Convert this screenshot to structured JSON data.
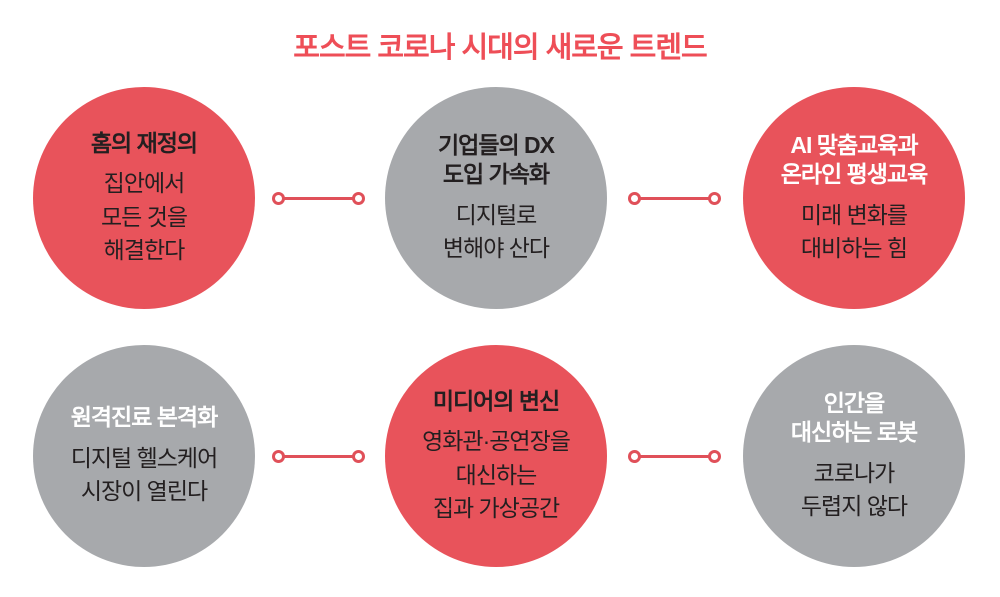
{
  "title": "포스트 코로나 시대의 새로운 트렌드",
  "colors": {
    "title_red": "#ee4e57",
    "circle_red": "#e8535b",
    "circle_gray": "#a7a9ac",
    "connector_red": "#e05059",
    "dark_text": "#231f20",
    "white_text": "#ffffff"
  },
  "circles": [
    {
      "id": "home-redefinition",
      "variant": "red",
      "title_color": "dark",
      "title": "홈의 재정의",
      "subtitle": "집안에서\n모든 것을\n해결한다"
    },
    {
      "id": "corporate-dx",
      "variant": "gray",
      "title_color": "dark",
      "title": "기업들의 DX\n도입 가속화",
      "subtitle": "디지털로\n변해야 산다"
    },
    {
      "id": "ai-education",
      "variant": "red",
      "title_color": "white",
      "title": "AI 맞춤교육과\n온라인 평생교육",
      "subtitle": "미래 변화를\n대비하는 힘"
    },
    {
      "id": "telemedicine",
      "variant": "gray",
      "title_color": "white",
      "title": "원격진료 본격화",
      "subtitle": "디지털 헬스케어\n시장이 열린다"
    },
    {
      "id": "media-transformation",
      "variant": "red",
      "title_color": "dark",
      "title": "미디어의 변신",
      "subtitle": "영화관·공연장을\n대신하는\n집과 가상공간"
    },
    {
      "id": "robots",
      "variant": "gray",
      "title_color": "white",
      "title": "인간을\n대신하는 로봇",
      "subtitle": "코로나가\n두렵지 않다"
    }
  ]
}
